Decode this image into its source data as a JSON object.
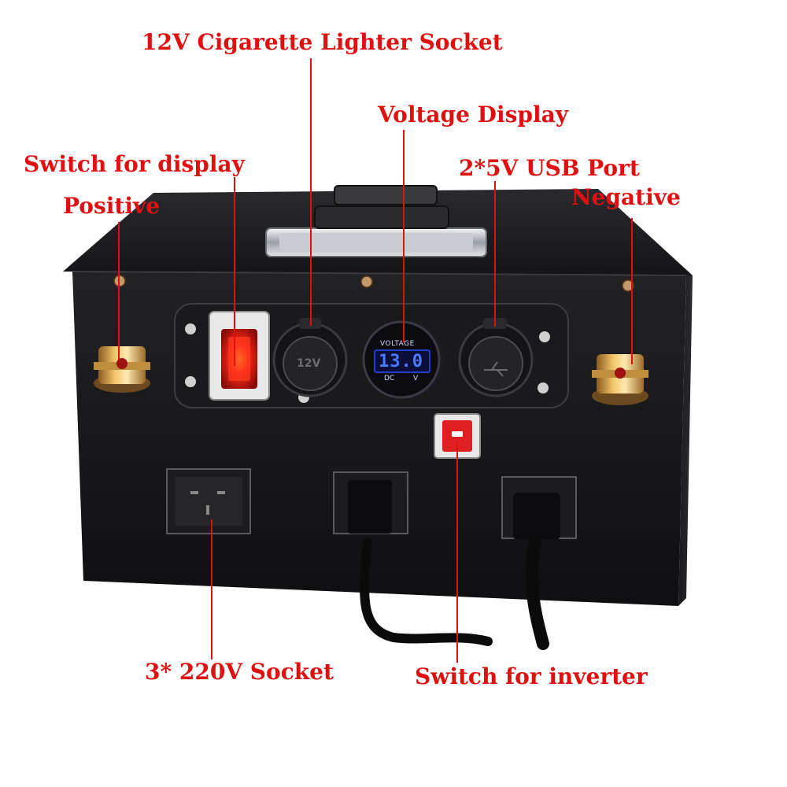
{
  "labels": {
    "cig_socket": "12V Cigarette Lighter Socket",
    "voltage_display": "Voltage Display",
    "switch_display": "Switch for display",
    "usb_port": "2*5V USB Port",
    "positive": "Positive",
    "negative": "Negative",
    "ac_socket": "3* 220V Socket",
    "switch_inverter": "Switch for inverter"
  },
  "panel": {
    "cig_marking": "12V",
    "voltmeter_title": "VOLTAGE",
    "voltmeter_reading": "13.0",
    "voltmeter_dc": "DC",
    "voltmeter_unit": "V"
  },
  "colors": {
    "label": "#e01010",
    "box": "#1c1c1e",
    "switch_glow": "#ff2a1a",
    "display": "#3a6bff",
    "terminal": "#d9a24a"
  }
}
